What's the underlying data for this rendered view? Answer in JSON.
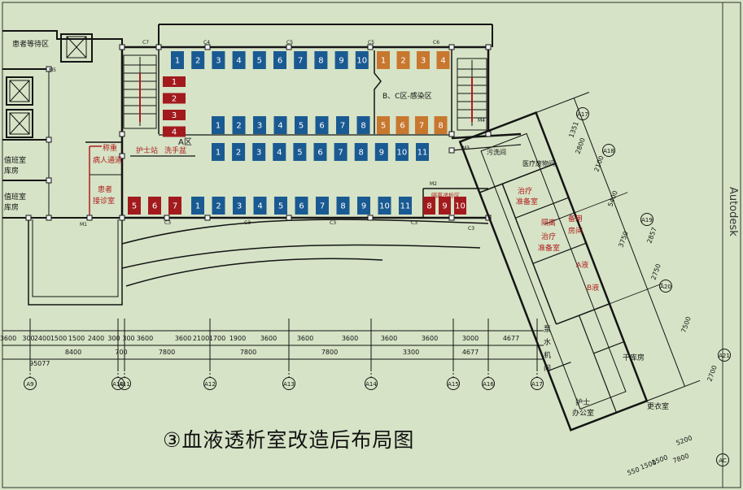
{
  "caption": "③血液透析室改造后布局图",
  "colors": {
    "blue": "#1a5a92",
    "orange": "#c8772f",
    "red": "#a21a1d",
    "wall": "#141414",
    "bg": "#d6e3c6",
    "red_text": "#b01c1c"
  },
  "seat_rows": [
    {
      "row": "top-blue",
      "color": "blue",
      "labels": [
        "1",
        "2",
        "3",
        "4",
        "5",
        "6",
        "7",
        "8",
        "9",
        "10"
      ]
    },
    {
      "row": "top-orange",
      "color": "orange",
      "labels": [
        "1",
        "2",
        "3",
        "4"
      ]
    },
    {
      "row": "left-red",
      "color": "red",
      "labels": [
        "1",
        "2",
        "3",
        "4"
      ]
    },
    {
      "row": "mid-upper-blue",
      "color": "blue",
      "labels": [
        "1",
        "2",
        "3",
        "4",
        "5",
        "6",
        "7",
        "8"
      ]
    },
    {
      "row": "mid-upper-orange",
      "color": "orange",
      "labels": [
        "5",
        "6",
        "7",
        "8"
      ]
    },
    {
      "row": "mid-lower-blue",
      "color": "blue",
      "labels": [
        "1",
        "2",
        "3",
        "4",
        "5",
        "6",
        "7",
        "8",
        "9",
        "10",
        "11"
      ]
    },
    {
      "row": "bottom-red-left",
      "color": "red",
      "labels": [
        "5",
        "6",
        "7"
      ]
    },
    {
      "row": "bottom-blue",
      "color": "blue",
      "labels": [
        "1",
        "2",
        "3",
        "4",
        "5",
        "6",
        "7",
        "8",
        "9",
        "10",
        "11"
      ]
    },
    {
      "row": "bottom-red-right",
      "color": "red",
      "labels": [
        "8",
        "9",
        "10"
      ]
    }
  ],
  "rooms": {
    "waiting": "患者等待区",
    "infection_zone": "B、C区-感染区",
    "a_zone": "A区",
    "nurse_station": "护士站",
    "hand_wash": "洗手盆",
    "weigh": "称重",
    "patient_passage": "病人通道",
    "reception_1": "患者",
    "reception_2": "接诊室",
    "duty_1": "值班室",
    "duty_1b": "库房",
    "duty_2": "值班室",
    "duty_2b": "库房",
    "dirty_wash": "污洗间",
    "medical_waste": "医疗废物间",
    "treat_prep_1": "治疗",
    "treat_prep_1b": "准备室",
    "isolation_1": "隔离",
    "isolation_2": "治疗",
    "isolation_3": "准备室",
    "spare_1": "备用",
    "spare_2": "房间",
    "a_fluid": "A液",
    "b_fluid": "B液",
    "water_1": "泵",
    "water_2": "水",
    "water_3": "机",
    "water_4": "间",
    "dry_store": "干库房",
    "locker": "更衣室",
    "nurse_office_1": "护士",
    "nurse_office_2": "办公室",
    "red_right_label": "隔离透析区"
  },
  "dims_row1": [
    "3600",
    "300",
    "2400",
    "1500",
    "1500",
    "2400",
    "300",
    "300",
    "3600",
    "3600",
    "2100",
    "1700",
    "1900",
    "3600",
    "3600",
    "3600",
    "3600",
    "3600",
    "3000",
    "4677"
  ],
  "dims_row2": [
    "8400",
    "700",
    "7800",
    "7800",
    "7800",
    "3300",
    "4677"
  ],
  "dims_total": "95077",
  "axes": [
    "A9",
    "A10",
    "A11",
    "A12",
    "A13",
    "A14",
    "A15",
    "A16",
    "A17"
  ],
  "axes_right": [
    "A17",
    "A18",
    "A19",
    "A20",
    "A21",
    "AC"
  ],
  "dims_right": [
    "1351",
    "2800",
    "2100",
    "5400",
    "3750",
    "2857",
    "2750",
    "7500",
    "2700"
  ],
  "dims_bottom": [
    "5200",
    "550",
    "1500",
    "1500",
    "7800"
  ],
  "col_labels": [
    "C7",
    "C4",
    "C5",
    "C5",
    "C6",
    "C3",
    "C3",
    "C3",
    "C3",
    "C3"
  ],
  "side_text": "Autodesk",
  "misc": {
    "m_tags": [
      "M5",
      "M1",
      "M2",
      "M3",
      "M4"
    ]
  }
}
